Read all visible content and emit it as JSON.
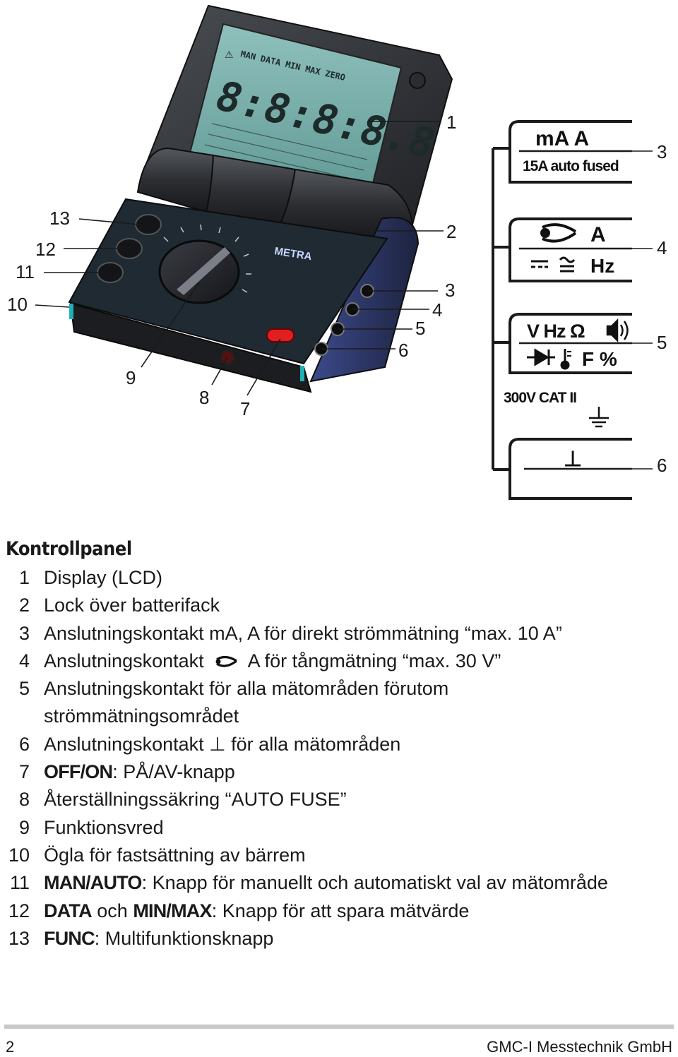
{
  "figure": {
    "callouts": {
      "c1": "1",
      "c2": "2",
      "c3": "3",
      "c4": "4",
      "c5": "5",
      "c6": "6",
      "c7": "7",
      "c8": "8",
      "c9": "9",
      "c10": "10",
      "c11": "11",
      "c12": "12",
      "c13": "13",
      "r3": "3",
      "r4": "4",
      "r5": "5",
      "r6": "6"
    },
    "jacks": {
      "ma_a": "mA   A",
      "fused": "15A auto fused",
      "clamp_a": "A",
      "hz": "Hz",
      "vhz": "V Hz Ω",
      "diode_f": "F %",
      "cat": "300V CAT II",
      "ground": "⊥"
    },
    "device": {
      "brand": "METRA",
      "lcd_digits": "8:8:8:8.8",
      "lcd_top": "MAN DATA MIN MAX ZERO"
    }
  },
  "legend": {
    "title": "Kontrollpanel",
    "items": [
      {
        "n": "1",
        "text": "Display (LCD)"
      },
      {
        "n": "2",
        "text": "Lock över batterifack"
      },
      {
        "n": "3",
        "text": "Anslutningskontakt mA, A för direkt strömmätning “max. 10 A”"
      },
      {
        "n": "4",
        "pre": "Anslutningskontakt",
        "post": "A för tångmätning “max. 30 V”"
      },
      {
        "n": "5",
        "text": "Anslutningskontakt för alla mätområden förutom",
        "cont": "strömmätningsområdet"
      },
      {
        "n": "6",
        "text": "Anslutningskontakt ⊥ för alla mätområden"
      },
      {
        "n": "7",
        "kw": "OFF/ON",
        "text": ": PÅ/AV-knapp"
      },
      {
        "n": "8",
        "text": "Återställningssäkring “AUTO FUSE”"
      },
      {
        "n": "9",
        "text": "Funktionsvred"
      },
      {
        "n": "10",
        "text": "Ögla för fastsättning av bärrem"
      },
      {
        "n": "11",
        "kw": "MAN/AUTO",
        "text": ": Knapp för manuellt och automatiskt val av mätområde"
      },
      {
        "n": "12",
        "kw": "DATA",
        "mid": " och ",
        "kw2": "MIN/MAX",
        "text": ": Knapp för att spara mätvärde"
      },
      {
        "n": "13",
        "kw": "FUNC",
        "text": ": Multifunktionsknapp"
      }
    ]
  },
  "footer": {
    "page": "2",
    "company": "GMC-I Messtechnik GmbH"
  },
  "colors": {
    "lcd": "#6aa39f",
    "panel": "#1f2a33",
    "body": "#2a2d31",
    "accent": "#e02020"
  }
}
